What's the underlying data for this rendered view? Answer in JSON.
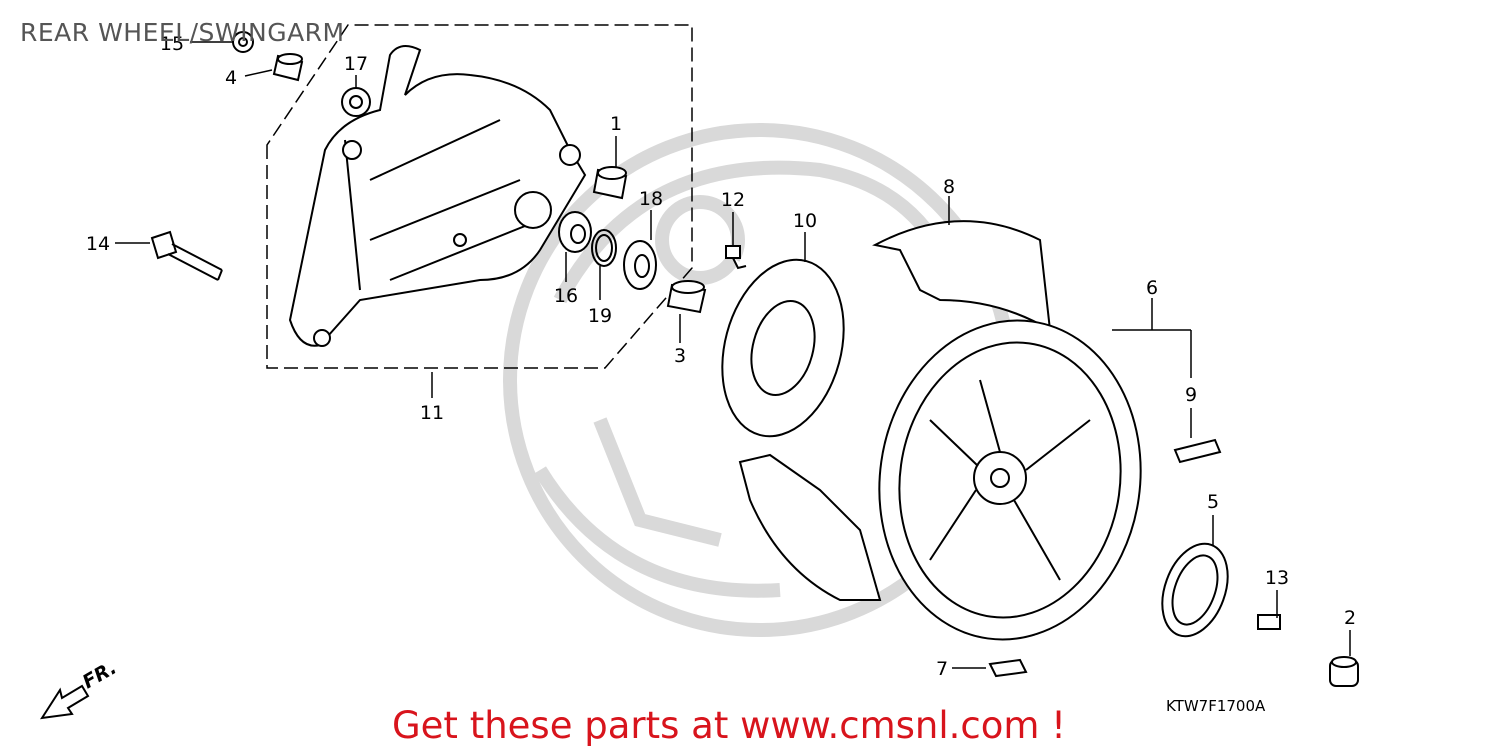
{
  "title": "REAR WHEEL/SWINGARM",
  "diagram_code": "KTW7F1700A",
  "promo_text": "Get these parts at www.cmsnl.com !",
  "direction_label": "FR.",
  "part_labels": {
    "p1": "1",
    "p2": "2",
    "p3": "3",
    "p4": "4",
    "p5": "5",
    "p6": "6",
    "p7": "7",
    "p8": "8",
    "p9": "9",
    "p10": "10",
    "p11": "11",
    "p12": "12",
    "p13": "13",
    "p14": "14",
    "p15": "15",
    "p16": "16",
    "p17": "17",
    "p18": "18",
    "p19": "19"
  },
  "colors": {
    "promo": "#d8141c",
    "watermark": "#d9d9d9",
    "line": "#000000"
  }
}
